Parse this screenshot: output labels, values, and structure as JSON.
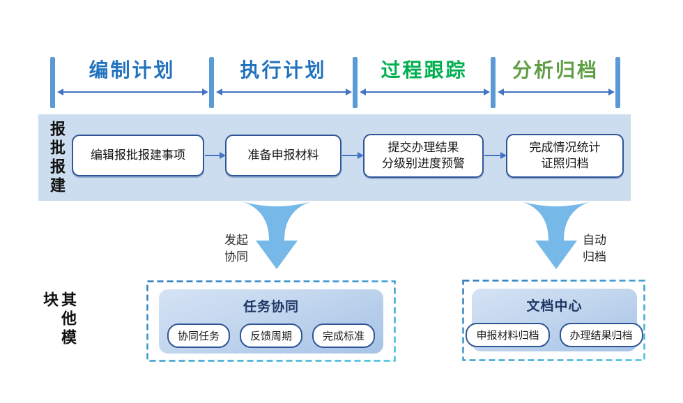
{
  "phases": [
    {
      "label": "编制计划",
      "color": "#2272BE"
    },
    {
      "label": "执行计划",
      "color": "#2272BE"
    },
    {
      "label": "过程跟踪",
      "color": "#00B050"
    },
    {
      "label": "分析归档",
      "color": "#5F9E44"
    }
  ],
  "lane": {
    "label": "报批报建",
    "steps": [
      {
        "lines": [
          "编辑报批报建事项"
        ]
      },
      {
        "lines": [
          "准备申报材料"
        ]
      },
      {
        "lines": [
          "提交办理结果",
          "分级别进度预警"
        ]
      },
      {
        "lines": [
          "完成情况统计",
          "证照归档"
        ]
      }
    ]
  },
  "connectors": {
    "left_note": {
      "lines": [
        "发起",
        "协同"
      ]
    },
    "right_note": {
      "lines": [
        "自动",
        "归档"
      ]
    }
  },
  "other_modules": {
    "label": "其他模块",
    "groups": [
      {
        "title": "任务协同",
        "items": [
          "协同任务",
          "反馈周期",
          "完成标准"
        ]
      },
      {
        "title": "文档中心",
        "items": [
          "申报材料归档",
          "办理结果归档"
        ]
      }
    ]
  },
  "colors": {
    "phase_bar": "#5B9BD5",
    "timeline_arrow": "#4472C4",
    "band_fill": "#CBDDEF",
    "step_border": "#2F5597",
    "funnel_fill": "#76B9E8",
    "dashed_border_blue": "#2E79C0",
    "dashed_border_cyan": "#45C2DC",
    "card_title": "#1F3864"
  }
}
